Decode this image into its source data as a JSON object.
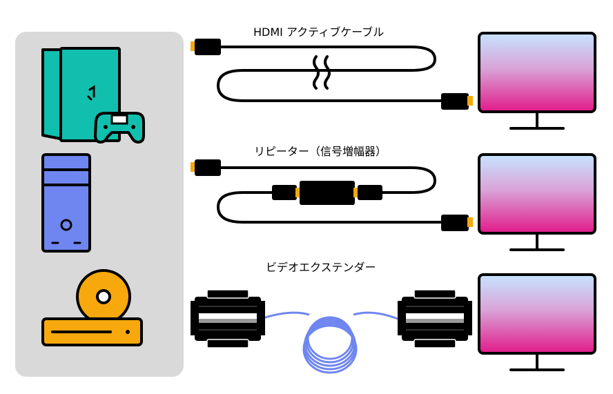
{
  "labels": {
    "active_cable": "HDMI アクティブケーブル",
    "repeater": "リピーター（信号増幅器）",
    "extender": "ビデオエクステンダー"
  },
  "icons": {
    "sources": [
      "game-console-icon",
      "desktop-pc-icon",
      "disc-player-icon"
    ],
    "displays": [
      "monitor-icon",
      "monitor-icon",
      "monitor-icon"
    ]
  },
  "colors": {
    "console": "#11bfae",
    "pc": "#6f86f0",
    "disc_player": "#f7a80d",
    "hdmi_tip": "#f7a80d",
    "fiber": "#6f86f0",
    "screen_top": "#c6e4ff",
    "screen_bottom": "#e11a8a",
    "panel": "#d9d9d9"
  }
}
